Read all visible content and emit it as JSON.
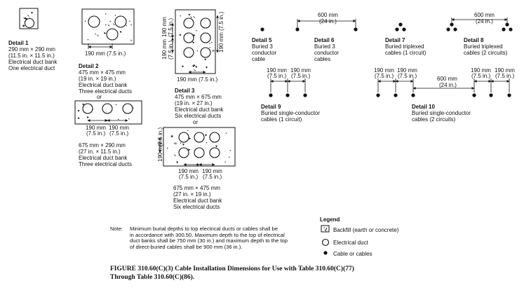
{
  "colors": {
    "ink": "#111111",
    "background": "#ffffff"
  },
  "details": {
    "d1": {
      "title": "Detail 1",
      "lines": [
        "290 mm × 290 mm",
        "(11.5 in. × 11.5 in.)",
        "Electrical duct bank",
        "One electrical duct"
      ]
    },
    "d2": {
      "dim": "190 mm (7.5 in.)",
      "title": "Detail 2",
      "lines": [
        "475 mm × 475 mm",
        "(19 in. × 19 in.)",
        "Electrical duct bank",
        "Three electrical ducts"
      ],
      "or": "or",
      "alt_dim1": [
        "190 mm",
        "(7.5 in.)"
      ],
      "alt_dim2": [
        "190 mm",
        "(7.5 in.)"
      ],
      "alt_lines": [
        "675 mm × 290 mm",
        "(27 in. × 11.5 in.)",
        "Electrical duct bank",
        "Three electrical ducts"
      ]
    },
    "d3": {
      "vdim_a": "190 mm",
      "vdim_a2": "(7.5 in.)",
      "vdim_b": "190 mm",
      "vdim_b2": "(7.5 in.)",
      "vdim_right": "190 mm (7.5 in.)",
      "hdim": "190 mm (7.5 in.)",
      "title": "Detail 3",
      "lines": [
        "475 mm × 675 mm",
        "(19 in. × 27 in.)",
        "Electrical duct bank",
        "Six electrical ducts"
      ],
      "or": "or",
      "alt_vdim1": "190 mm",
      "alt_vdim2": "(7.5 in.)",
      "alt_h1": [
        "190 mm",
        "(7.5 in.)"
      ],
      "alt_h2": [
        "190 mm",
        "(7.5 in.)"
      ],
      "alt_lines": [
        "675 mm × 475 mm",
        "(27 in. × 19 in.)",
        "Electrical duct bank",
        "Six electrical ducts"
      ]
    },
    "d56": {
      "dim": [
        "600 mm",
        "(24 in.)"
      ],
      "d5_title": "Detail 5",
      "d5_lines": [
        "Buried 3",
        "conductor",
        "cable"
      ],
      "d6_title": "Detail 6",
      "d6_lines": [
        "Buried 3",
        "conductor",
        "cables"
      ]
    },
    "d78": {
      "dim": [
        "600 mm",
        "(24 in.)"
      ],
      "d7_title": "Detail 7",
      "d7_lines": [
        "Buried triplexed",
        "cables (1 circuit)"
      ],
      "d8_title": "Detail 8",
      "d8_lines": [
        "Buried triplexed",
        "cables (2 circuits)"
      ]
    },
    "d9": {
      "dim1": [
        "190 mm",
        "(7.5 in.)"
      ],
      "dim2": [
        "190 mm",
        "(7.5 in.)"
      ],
      "title": "Detail 9",
      "lines": [
        "Buried single-conductor",
        "cables (1 circuit)"
      ]
    },
    "d10": {
      "dim1": [
        "190 mm",
        "(7.5 in.)"
      ],
      "dim2": [
        "190 mm",
        "(7.5 in.)"
      ],
      "dim_mid": [
        "600 mm",
        "(24 in.)"
      ],
      "dim3": [
        "190 mm",
        "(7.5 in.)"
      ],
      "dim4": [
        "190 mm",
        "(7.5 in.)"
      ],
      "title": "Detail 10",
      "lines": [
        "Buried single-conductor",
        "cables (2 circuits)"
      ]
    }
  },
  "legend": {
    "title": "Legend",
    "items": [
      "Backfill (earth or concrete)",
      "Electrical duct",
      "Cable or cables"
    ]
  },
  "note": {
    "label": "Note:",
    "lines": [
      "Minimum burial depths to top electrical ducts or cables shall be",
      "in accordance with 300.50. Maximum depth to the top of electrical",
      "duct banks shall be 750 mm (30 in.) and maximum depth to the top",
      "of direct-buried cables shall be 900 mm (36 in.)."
    ]
  },
  "caption": {
    "lines": [
      "FIGURE 310.60(C)(3)     Cable Installation Dimensions for Use with Table 310.60(C)(77)",
      "Through Table 310.60(C)(86)."
    ]
  }
}
